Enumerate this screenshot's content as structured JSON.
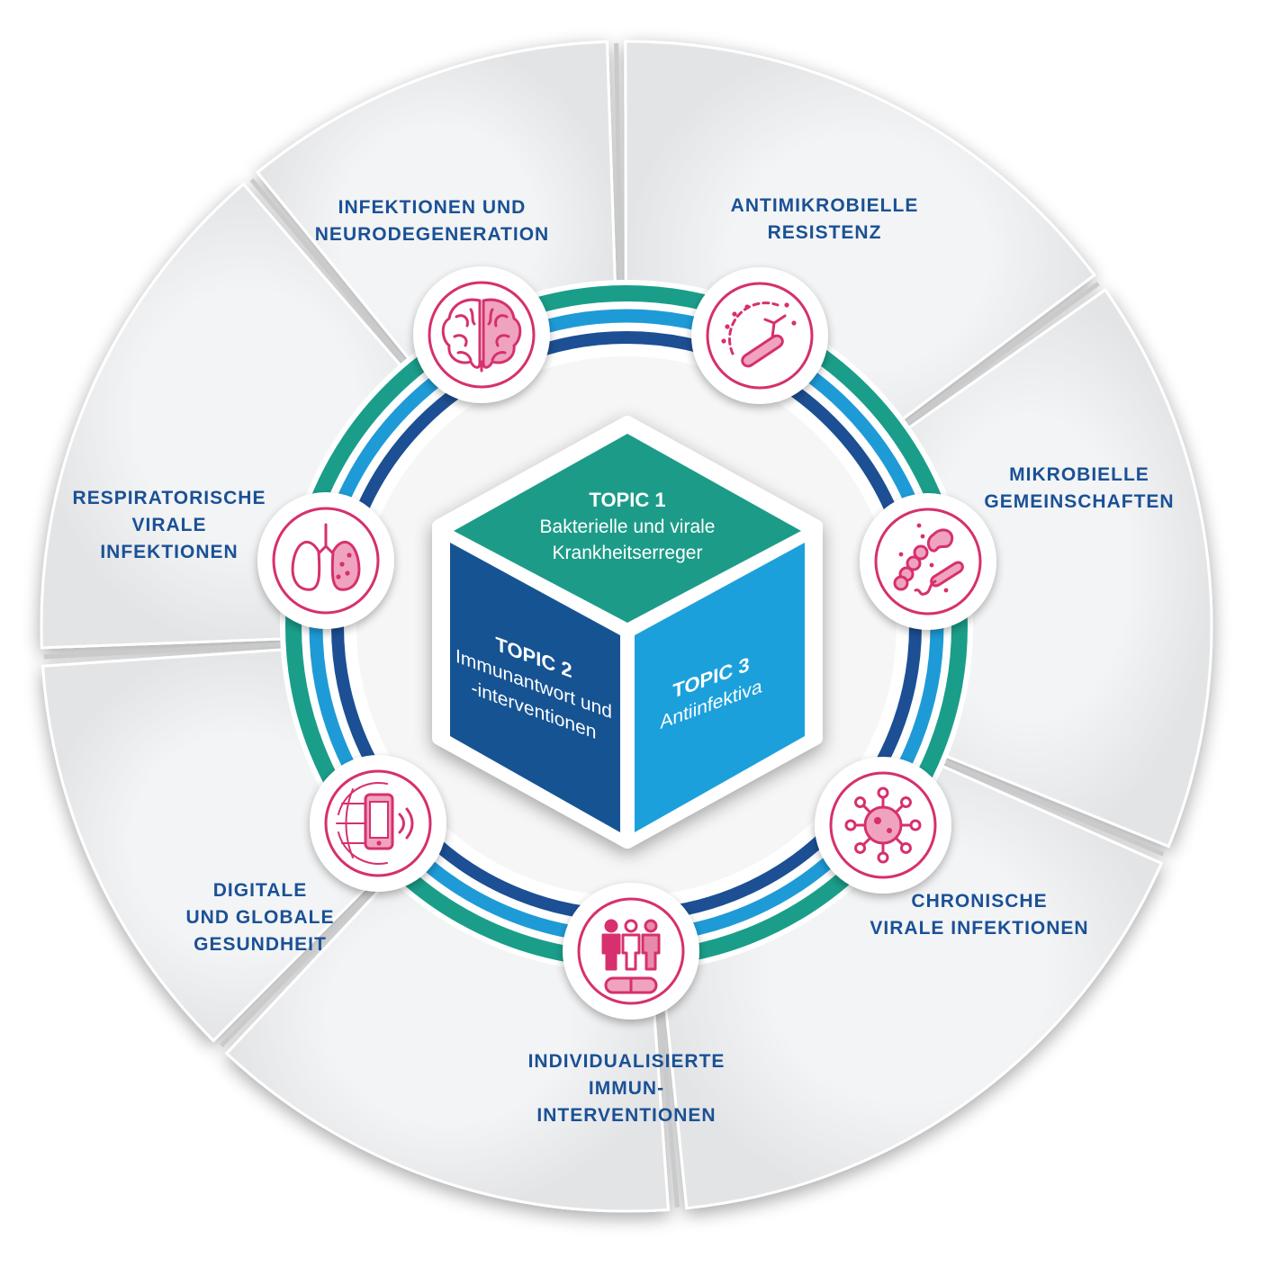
{
  "colors": {
    "accent_icon": "#d6306e",
    "label_blue": "#1a5196",
    "ring_green": "#1a9e8a",
    "ring_light_blue": "#1e9bd7",
    "ring_dark_blue": "#1c4f93",
    "topic1": "#1e9c88",
    "topic2": "#135293",
    "topic3": "#1ea0dc",
    "segment_fill": "#e9eaec"
  },
  "segments": [
    {
      "lines": [
        "INFEKTIONEN UND",
        "NEURODEGENERATION"
      ],
      "icon": "brain-icon"
    },
    {
      "lines": [
        "ANTIMIKROBIELLE",
        "RESISTENZ"
      ],
      "icon": "antimicrobial-icon"
    },
    {
      "lines": [
        "MIKROBIELLE",
        "GEMEINSCHAFTEN"
      ],
      "icon": "bacteria-icon"
    },
    {
      "lines": [
        "CHRONISCHE",
        "VIRALE INFEKTIONEN"
      ],
      "icon": "virus-icon"
    },
    {
      "lines": [
        "INDIVIDUALISIERTE",
        "IMMUN-",
        "INTERVENTIONEN"
      ],
      "icon": "people-pill-icon"
    },
    {
      "lines": [
        "DIGITALE",
        "UND GLOBALE",
        "GESUNDHEIT"
      ],
      "icon": "phone-globe-icon"
    },
    {
      "lines": [
        "RESPIRATORISCHE",
        "VIRALE",
        "INFEKTIONEN"
      ],
      "icon": "lungs-icon"
    }
  ],
  "topics": [
    {
      "title": "TOPIC 1",
      "lines": [
        "Bakterielle und virale",
        "Krankheitserreger"
      ]
    },
    {
      "title": "TOPIC 2",
      "lines": [
        "Immunantwort und",
        "-interventionen"
      ]
    },
    {
      "title": "TOPIC 3",
      "lines": [
        "Antiinfektiva"
      ]
    }
  ]
}
